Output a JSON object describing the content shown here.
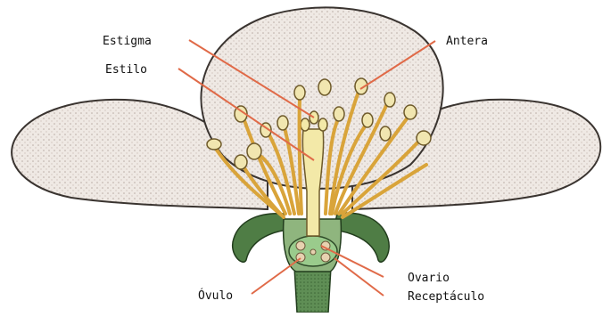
{
  "labels": {
    "stigma": "Estigma",
    "style": "Estilo",
    "anther": "Antera",
    "ovary": "Ovario",
    "ovule": "Óvulo",
    "receptacle": "Receptáculo"
  },
  "colors": {
    "petal": "#efe9e4",
    "petal_shade": "#cbbfb8",
    "petal_outline": "#3a3430",
    "stamen": "#d9a43a",
    "anther": "#f1e6b0",
    "pistil": "#f3e9a8",
    "sepal": "#4f7d45",
    "receptacle": "#8fb57e",
    "ovary": "#9acb8c",
    "leader": "#e06a48"
  }
}
